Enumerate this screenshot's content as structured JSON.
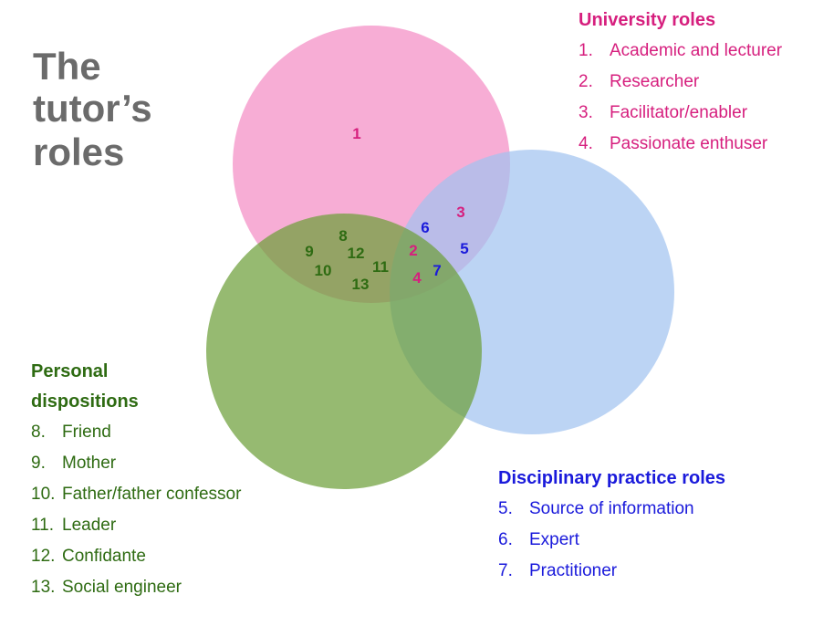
{
  "title": {
    "lines": [
      "The",
      "tutor’s",
      "roles"
    ]
  },
  "colors": {
    "title": "#6b6b6b",
    "university": "#d61f7e",
    "disciplinary": "#1a1adb",
    "personal": "#2e6b12",
    "circle_university": "#f48ac3",
    "circle_disciplinary": "#9fc2ef",
    "circle_personal": "#6e9f3a"
  },
  "sets": {
    "university": {
      "heading": "University roles",
      "items": [
        {
          "num": "1.",
          "label": "Academic and lecturer"
        },
        {
          "num": "2.",
          "label": "Researcher"
        },
        {
          "num": "3.",
          "label": "Facilitator/enabler"
        },
        {
          "num": "4.",
          "label": "Passionate enthuser"
        }
      ]
    },
    "disciplinary": {
      "heading": "Disciplinary practice roles",
      "items": [
        {
          "num": "5.",
          "label": "Source of information"
        },
        {
          "num": "6.",
          "label": "Expert"
        },
        {
          "num": "7.",
          "label": "Practitioner"
        }
      ]
    },
    "personal": {
      "heading_lines": [
        "Personal",
        "dispositions"
      ],
      "items": [
        {
          "num": "8.",
          "label": "Friend"
        },
        {
          "num": "9.",
          "label": "Mother"
        },
        {
          "num": "10.",
          "label": "Father/father confessor"
        },
        {
          "num": "11.",
          "label": "Leader"
        },
        {
          "num": "12.",
          "label": "Confidante"
        },
        {
          "num": "13.",
          "label": "Social engineer"
        }
      ]
    }
  },
  "region_numbers": {
    "university": [
      "1",
      "2",
      "3",
      "4"
    ],
    "disciplinary": [
      "5",
      "6",
      "7"
    ],
    "personal": [
      "8",
      "9",
      "10",
      "11",
      "12",
      "13"
    ]
  }
}
